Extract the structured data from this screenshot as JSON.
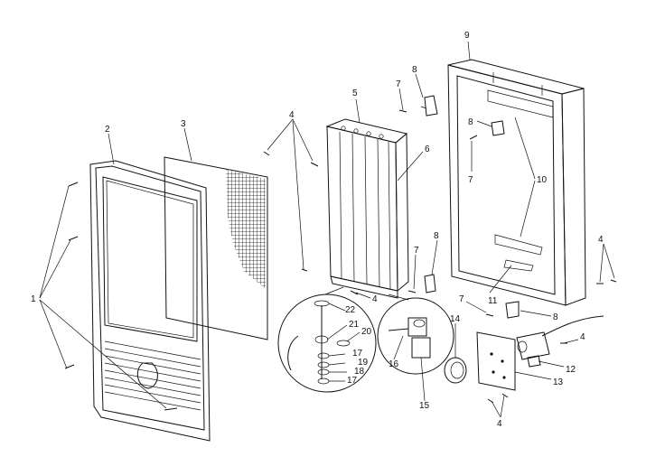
{
  "callouts": {
    "c1": "1",
    "c2": "2",
    "c3": "3",
    "c4a": "4",
    "c4b": "4",
    "c4c": "4",
    "c4d": "4",
    "c4e": "4",
    "c5": "5",
    "c6": "6",
    "c7a": "7",
    "c7b": "7",
    "c7c": "7",
    "c7d": "7",
    "c8a": "8",
    "c8b": "8",
    "c8c": "8",
    "c8d": "8",
    "c9": "9",
    "c10": "10",
    "c11": "11",
    "c12": "12",
    "c13": "13",
    "c14": "14",
    "c15": "15",
    "c16": "16",
    "c17a": "17",
    "c17b": "17",
    "c18": "18",
    "c19": "19",
    "c20": "20",
    "c21": "21",
    "c22": "22"
  },
  "parts": [
    {
      "ref": "1",
      "icon": "screw-icon"
    },
    {
      "ref": "2",
      "icon": "front-grille-panel"
    },
    {
      "ref": "3",
      "icon": "mesh-screen"
    },
    {
      "ref": "5",
      "icon": "burner-tube-assembly"
    },
    {
      "ref": "9",
      "icon": "wall-housing-box"
    },
    {
      "ref": "12",
      "icon": "gas-valve"
    },
    {
      "ref": "13",
      "icon": "valve-mounting-plate"
    },
    {
      "ref": "14",
      "icon": "control-knob"
    }
  ]
}
